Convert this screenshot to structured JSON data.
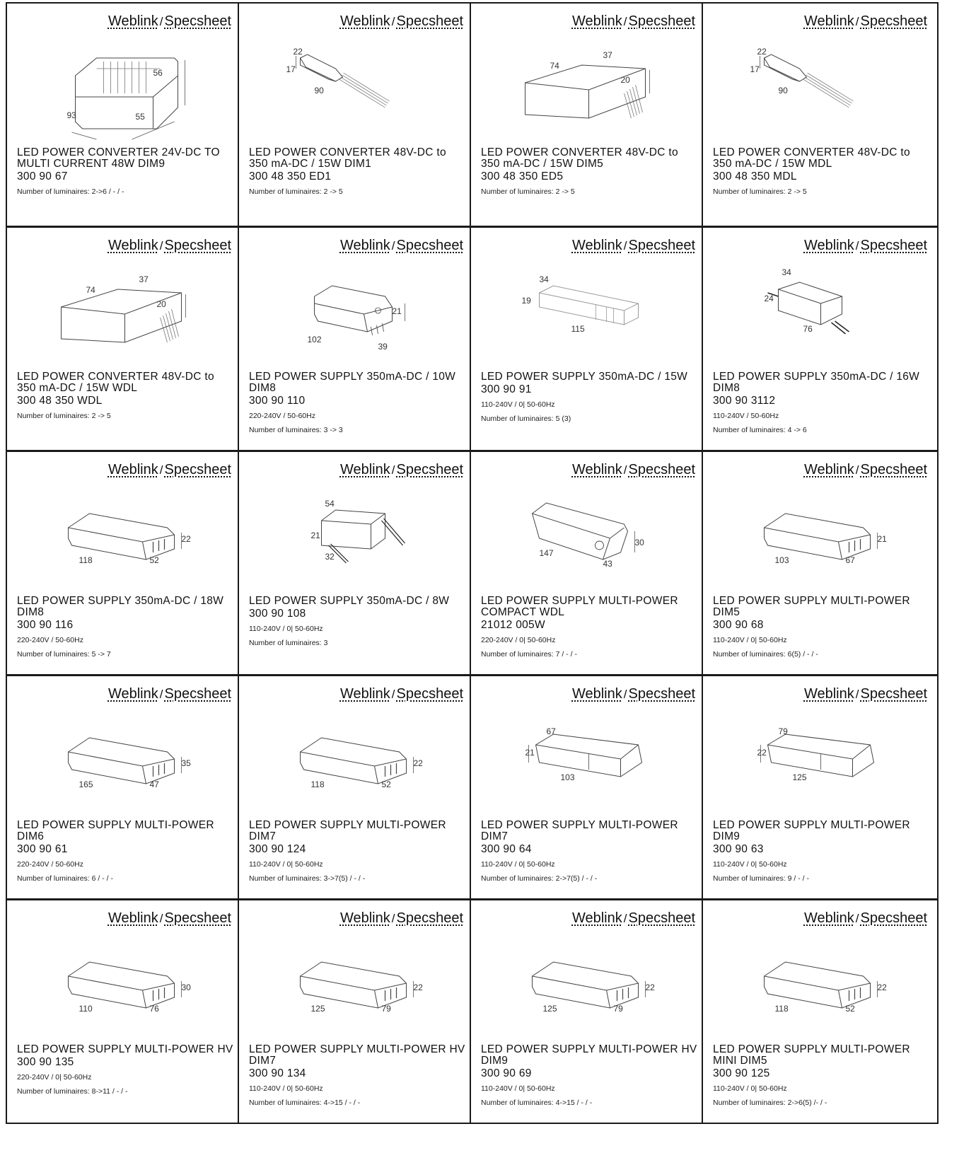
{
  "link_weblink": "Weblink",
  "link_separator": "/",
  "link_specsheet": "Specsheet",
  "products": [
    {
      "title": "LED POWER CONVERTER 24V-DC TO MULTI CURRENT 48W DIM9",
      "code": "300 90 67",
      "specs": [
        "Number of luminaires: 2->6 / - / -"
      ],
      "shape": "din",
      "dims": [
        "93",
        "55",
        "56"
      ]
    },
    {
      "title": "LED POWER CONVERTER 48V-DC to 350 mA-DC / 15W DIM1",
      "code": "300 48 350 ED1",
      "specs": [
        "Number of luminaires: 2 -> 5"
      ],
      "shape": "stick",
      "dims": [
        "22",
        "17",
        "90"
      ]
    },
    {
      "title": "LED POWER CONVERTER 48V-DC to 350 mA-DC / 15W DIM5",
      "code": "300 48 350 ED5",
      "specs": [
        "Number of luminaires: 2 -> 5"
      ],
      "shape": "flatwire",
      "dims": [
        "74",
        "37",
        "20"
      ]
    },
    {
      "title": "LED POWER CONVERTER 48V-DC to 350 mA-DC / 15W MDL",
      "code": "300 48 350 MDL",
      "specs": [
        "Number of luminaires: 2 -> 5"
      ],
      "shape": "stick",
      "dims": [
        "22",
        "17",
        "90"
      ]
    },
    {
      "title": "LED POWER CONVERTER 48V-DC to 350 mA-DC / 15W WDL",
      "code": "300 48 350 WDL",
      "specs": [
        "Number of luminaires: 2 -> 5"
      ],
      "shape": "flatwire",
      "dims": [
        "74",
        "37",
        "20"
      ]
    },
    {
      "title": "LED POWER SUPPLY 350mA-DC / 10W DIM8",
      "code": "300 90 110",
      "specs": [
        "220-240V / 50-60Hz",
        "Number of luminaires: 3 -> 3"
      ],
      "shape": "small",
      "dims": [
        "102",
        "39",
        "21"
      ]
    },
    {
      "title": "LED POWER SUPPLY 350mA-DC / 15W",
      "code": "300 90 91",
      "specs": [
        "110-240V / 0| 50-60Hz",
        "Number of luminaires: 5 (3)"
      ],
      "shape": "long",
      "dims": [
        "34",
        "19",
        "115"
      ]
    },
    {
      "title": "LED POWER SUPPLY 350mA-DC / 16W DIM8",
      "code": "300 90 3112",
      "specs": [
        "110-240V / 50-60Hz",
        "Number of luminaires: 4 -> 6"
      ],
      "shape": "cube",
      "dims": [
        "34",
        "24",
        "76"
      ]
    },
    {
      "title": "LED POWER SUPPLY 350mA-DC / 18W DIM8",
      "code": "300 90 116",
      "specs": [
        "220-240V / 50-60Hz",
        "Number of luminaires: 5 -> 7"
      ],
      "shape": "flat",
      "dims": [
        "118",
        "52",
        "22"
      ]
    },
    {
      "title": "LED POWER SUPPLY 350mA-DC / 8W",
      "code": "300 90 108",
      "specs": [
        "110-240V / 0| 50-60Hz",
        "Number of luminaires: 3"
      ],
      "shape": "box",
      "dims": [
        "54",
        "21",
        "32"
      ]
    },
    {
      "title": "LED POWER SUPPLY MULTI-POWER COMPACT WDL",
      "code": "21012 005W",
      "specs": [
        "220-240V / 0| 50-60Hz",
        "Number of luminaires: 7 / - / -"
      ],
      "shape": "compact",
      "dims": [
        "147",
        "43",
        "30"
      ]
    },
    {
      "title": "LED POWER SUPPLY MULTI-POWER DIM5",
      "code": "300 90 68",
      "specs": [
        "110-240V / 0| 50-60Hz",
        "Number of luminaires: 6(5) / - / -"
      ],
      "shape": "flat",
      "dims": [
        "103",
        "67",
        "21"
      ]
    },
    {
      "title": "LED POWER SUPPLY MULTI-POWER DIM6",
      "code": "300 90 61",
      "specs": [
        "220-240V / 50-60Hz",
        "Number of luminaires: 6 / - / -"
      ],
      "shape": "flat",
      "dims": [
        "165",
        "47",
        "35"
      ]
    },
    {
      "title": "LED POWER SUPPLY MULTI-POWER DIM7",
      "code": "300 90 124",
      "specs": [
        "110-240V / 0| 50-60Hz",
        "Number of luminaires: 3->7(5) / - / -"
      ],
      "shape": "flat",
      "dims": [
        "118",
        "52",
        "22"
      ]
    },
    {
      "title": "LED POWER SUPPLY MULTI-POWER DIM7",
      "code": "300 90 64",
      "specs": [
        "110-240V / 0| 50-60Hz",
        "Number of luminaires: 2->7(5) / - / -"
      ],
      "shape": "wide",
      "dims": [
        "67",
        "21",
        "103"
      ]
    },
    {
      "title": "LED POWER SUPPLY MULTI-POWER DIM9",
      "code": "300 90 63",
      "specs": [
        "110-240V / 0| 50-60Hz",
        "Number of luminaires: 9 / - / -"
      ],
      "shape": "wide",
      "dims": [
        "79",
        "22",
        "125"
      ]
    },
    {
      "title": "LED POWER SUPPLY MULTI-POWER HV",
      "code": "300 90 135",
      "specs": [
        "220-240V / 0| 50-60Hz",
        "Number of luminaires: 8->11 / - / -"
      ],
      "shape": "flat",
      "dims": [
        "110",
        "76",
        "30"
      ]
    },
    {
      "title": "LED POWER SUPPLY MULTI-POWER HV DIM7",
      "code": "300 90 134",
      "specs": [
        "110-240V / 0| 50-60Hz",
        "Number of luminaires: 4->15 / - / -"
      ],
      "shape": "flat",
      "dims": [
        "125",
        "79",
        "22"
      ]
    },
    {
      "title": "LED POWER SUPPLY MULTI-POWER HV DIM9",
      "code": "300 90 69",
      "specs": [
        "110-240V / 0| 50-60Hz",
        "Number of luminaires: 4->15 / - / -"
      ],
      "shape": "flat",
      "dims": [
        "125",
        "79",
        "22"
      ]
    },
    {
      "title": "LED POWER SUPPLY MULTI-POWER MINI DIM5",
      "code": "300 90 125",
      "specs": [
        "110-240V / 0| 50-60Hz",
        "Number of luminaires: 2->6(5) /- / -"
      ],
      "shape": "flat",
      "dims": [
        "118",
        "52",
        "22"
      ]
    }
  ]
}
